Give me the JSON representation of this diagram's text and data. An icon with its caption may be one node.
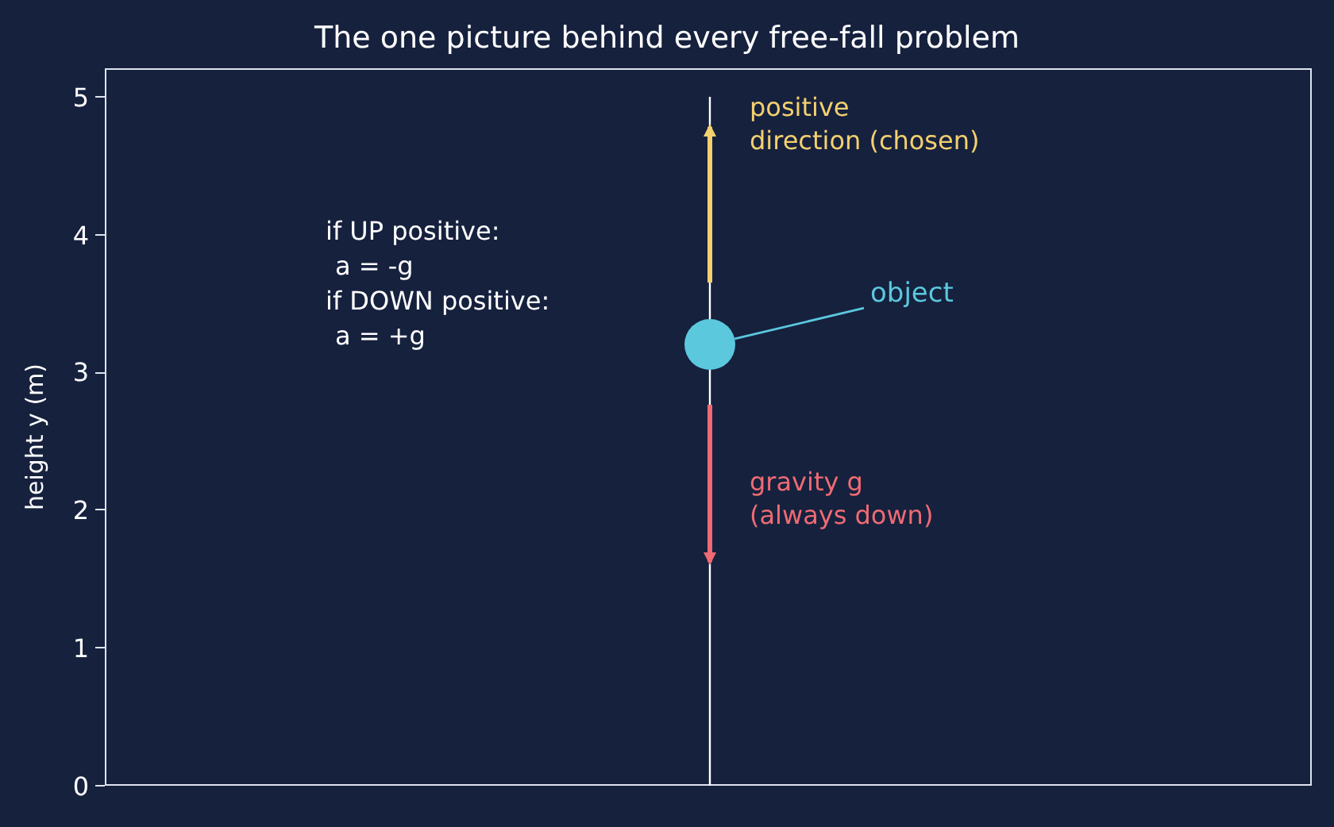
{
  "diagram": {
    "title": "The one picture behind every free-fall problem",
    "nodes": [
      {
        "text": [
          "object"
        ]
      },
      {
        "text": [],
        "shape": "circle"
      }
    ],
    "edges": [
      {
        "from": 0,
        "to": 1,
        "arrow": "none",
        "color": "#5bc8de"
      }
    ],
    "labels": [
      "5",
      "4",
      "3",
      "2",
      "1",
      "0",
      "height y (m)",
      "positive direction (chosen)",
      "if UP positive:",
      "a = -g",
      "if DOWN positive:",
      "a = +g",
      "gravity g (always down)"
    ]
  }
}
